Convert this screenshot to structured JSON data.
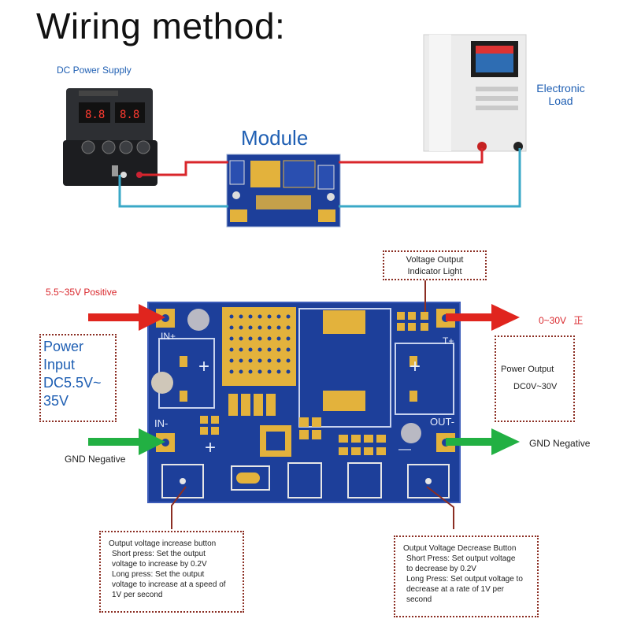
{
  "title": "Wiring method:",
  "top_diagram": {
    "power_supply_label": "DC Power Supply",
    "module_label": "Module",
    "electronic_load_label_line1": "Electronic",
    "electronic_load_label_line2": "Load"
  },
  "bottom_diagram": {
    "input_positive_label": "5.5~35V Positive",
    "power_input_lines": [
      "Power",
      "Input",
      "DC5.5V~",
      "35V"
    ],
    "gnd_negative_left": "GND Negative",
    "gnd_negative_right": "GND Negative",
    "output_range_label": "0~30V",
    "output_range_suffix": "正",
    "power_output_title": "Power Output",
    "power_output_range": "DC0V~30V",
    "indicator_lines": [
      "Voltage Output",
      "Indicator Light"
    ],
    "board_silk": {
      "in_plus": "IN+",
      "in_minus": "IN-",
      "out_plus": "T+",
      "out_minus": "OUT-",
      "plus": "+",
      "minus": "—"
    },
    "increase_button_note": [
      "Output voltage increase button",
      "Short press: Set the output",
      "voltage to increase by 0.2V",
      "Long press: Set the output",
      "voltage to increase at a speed of",
      "1V per second"
    ],
    "decrease_button_note": [
      "Output Voltage Decrease Button",
      "Short Press: Set output voltage",
      "to decrease by 0.2V",
      "Long Press: Set output voltage to",
      "decrease at a rate of 1V per",
      "second"
    ]
  },
  "colors": {
    "wire_red": "#d9262b",
    "wire_blue": "#3aa8c7",
    "pcb_blue": "#1d3f9a",
    "pad_gold": "#e3b23c",
    "arrow_red": "#e0251e",
    "arrow_green": "#22b043",
    "note_border": "#8b2e23",
    "label_blue": "#1f5fb3"
  }
}
